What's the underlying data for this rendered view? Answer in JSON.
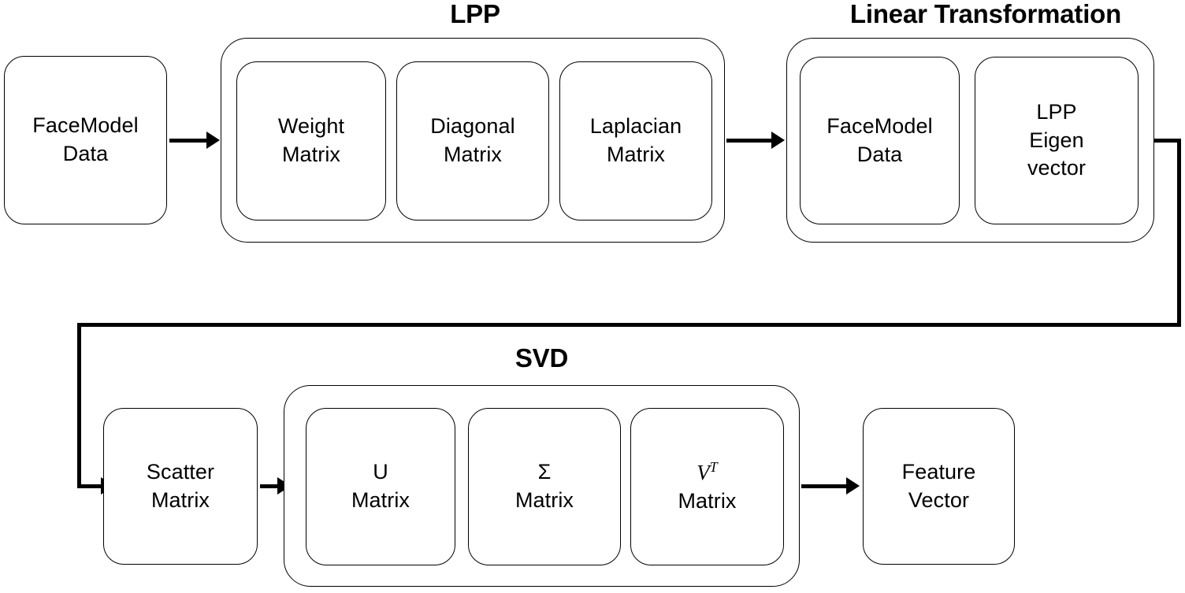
{
  "diagram": {
    "title_lpp": "LPP",
    "title_linear_transformation": "Linear Transformation",
    "title_svd": "SVD",
    "nodes": {
      "facemodel_data_input": "FaceModel\nData",
      "weight_matrix": "Weight\nMatrix",
      "diagonal_matrix": "Diagonal\nMatrix",
      "laplacian_matrix": "Laplacian\nMatrix",
      "facemodel_data_lt": "FaceModel\nData",
      "lpp_eigen_vector": "LPP\nEigen\nvector",
      "scatter_matrix": "Scatter\nMatrix",
      "u_matrix": "U\nMatrix",
      "sigma_matrix": "Σ\nMatrix",
      "vt_matrix_symbol": "V",
      "vt_matrix_superscript": "T",
      "vt_matrix_label": "Matrix",
      "feature_vector": "Feature\nVector"
    },
    "colors": {
      "stroke": "#000000",
      "fill": "#ffffff",
      "text": "#000000"
    }
  }
}
